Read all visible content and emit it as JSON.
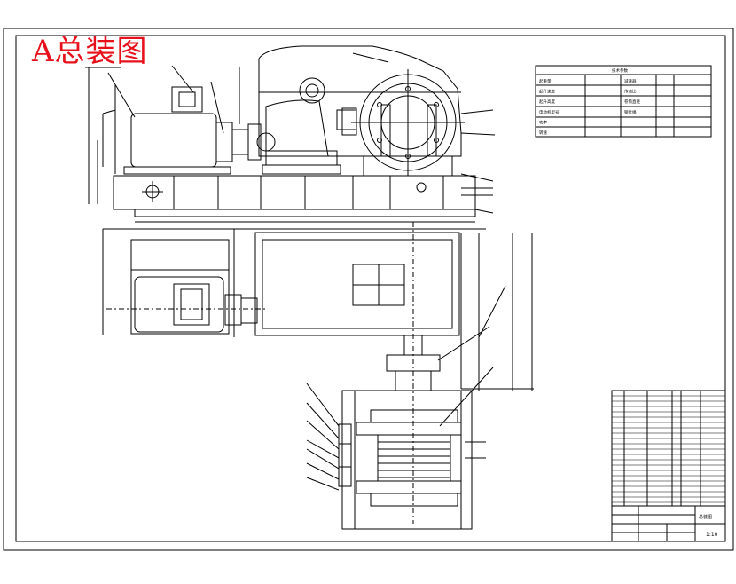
{
  "drawing": {
    "title": "A总装图",
    "colors": {
      "line": "#000000",
      "title": "#e8101a",
      "background": "#ffffff"
    }
  },
  "spec_table": {
    "rows": [
      "技术参数",
      "起重量",
      "起升速度",
      "起升高度",
      "电动机型号",
      "功率",
      "转速",
      "减速器",
      "传动比",
      "卷筒直径",
      "钢丝绳"
    ]
  },
  "title_block": {
    "drawing_name": "总装图",
    "scale": "1:10"
  }
}
